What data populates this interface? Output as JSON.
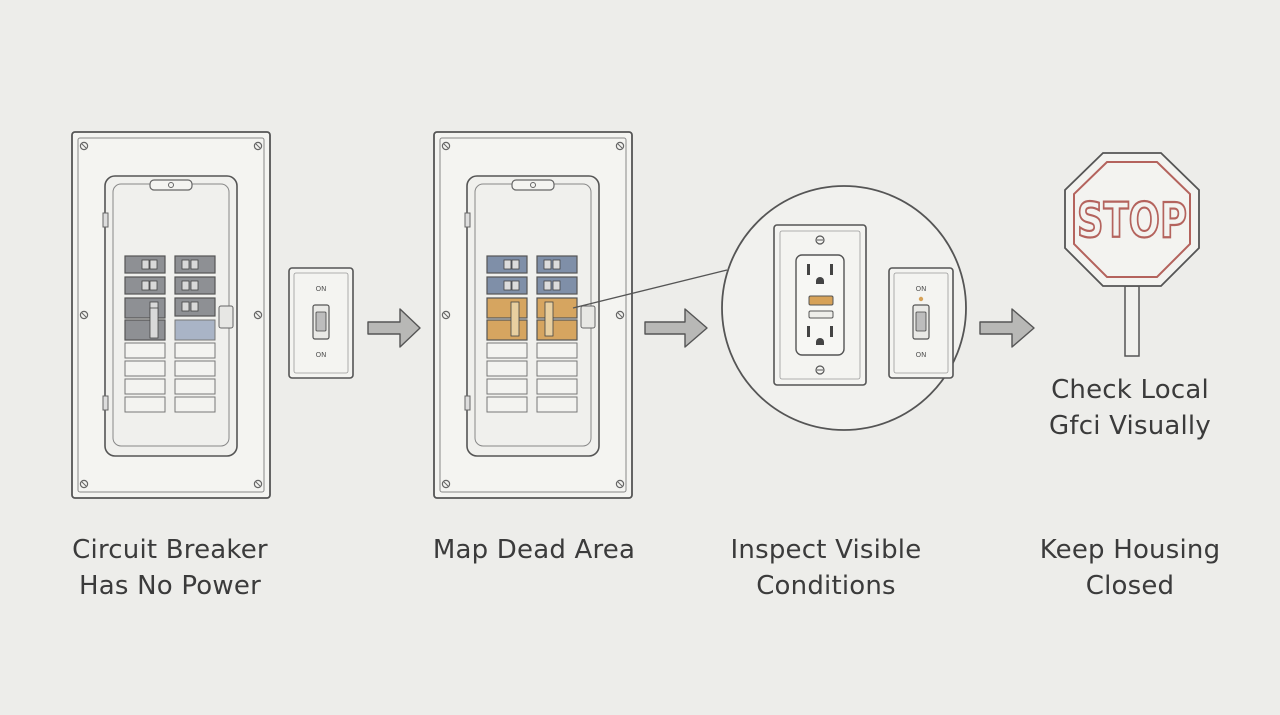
{
  "steps": [
    {
      "line1": "Circuit Breaker",
      "line2": "Has No Power"
    },
    {
      "line1": "Map Dead Area",
      "line2": ""
    },
    {
      "line1": "Inspect Visible",
      "line2": "Conditions"
    },
    {
      "line1": "Keep Housing",
      "line2": "Closed"
    }
  ],
  "stop_note": {
    "line1": "Check Local",
    "line2": "Gfci Visually"
  },
  "sign_text": "STOP",
  "switch_on": "ON",
  "colors": {
    "background": "#ededea",
    "breaker_gray": "#8e9094",
    "breaker_blue": "#7f8fa8",
    "breaker_blue_light": "#a9b4c6",
    "breaker_orange": "#d6a560",
    "gfci_test": "#d7a258",
    "stop_red": "#b4635d",
    "ink": "#555555"
  },
  "icons": [
    "breaker-panel-icon",
    "light-switch-icon",
    "arrow-right-icon",
    "gfci-outlet-icon",
    "stop-sign-icon",
    "magnifier-circle-icon"
  ]
}
